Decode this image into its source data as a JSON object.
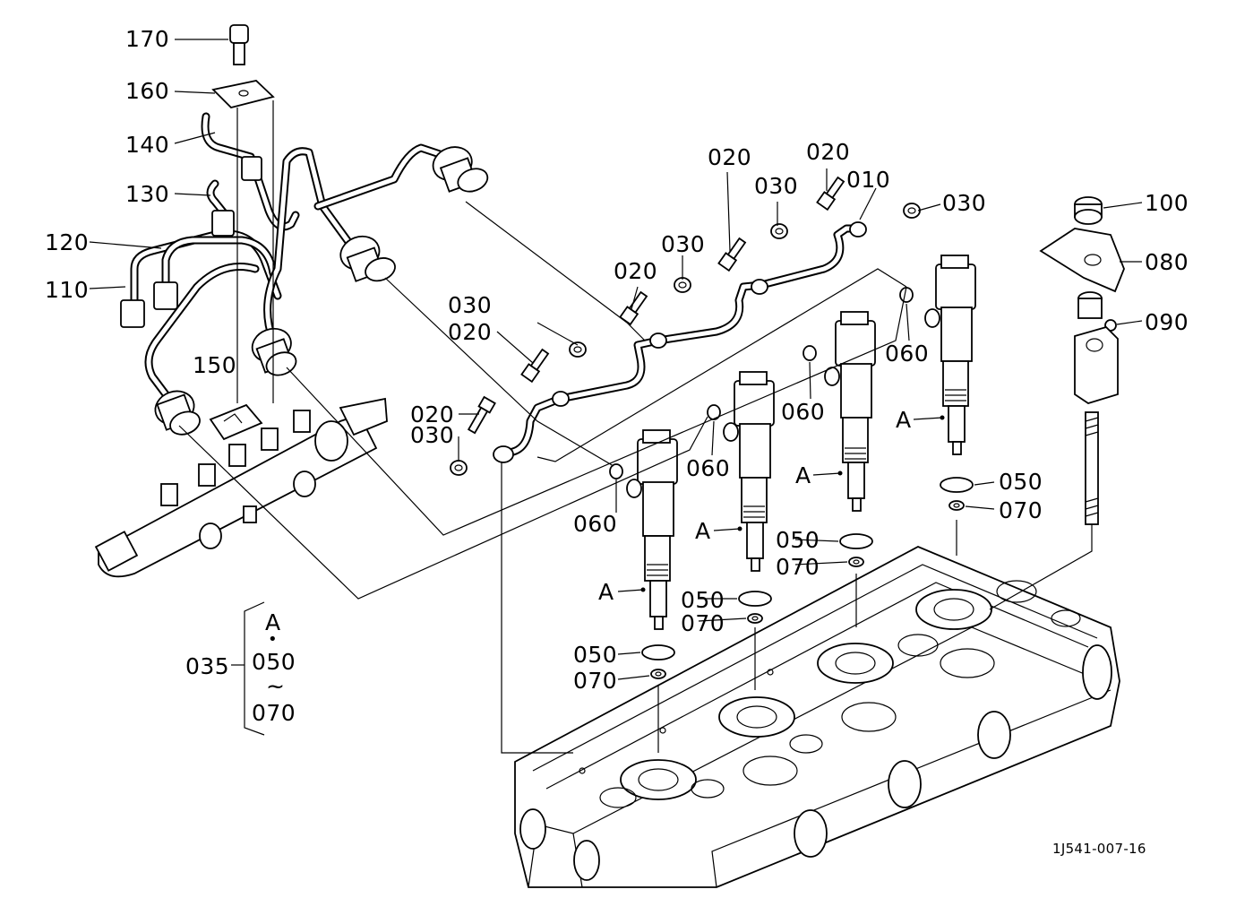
{
  "callouts": {
    "p170": "170",
    "p160": "160",
    "p140": "140",
    "p130": "130",
    "p120": "120",
    "p110": "110",
    "p150": "150",
    "p020_a": "020",
    "p020_b": "020",
    "p020_c": "020",
    "p020_d": "020",
    "p020_e": "020",
    "p030_a": "030",
    "p030_b": "030",
    "p030_c": "030",
    "p030_d": "030",
    "p030_e": "030",
    "p010": "010",
    "p100": "100",
    "p080": "080",
    "p090": "090",
    "p060_a": "060",
    "p060_b": "060",
    "p060_c": "060",
    "p060_d": "060",
    "p050_a": "050",
    "p050_b": "050",
    "p050_c": "050",
    "p050_d": "050",
    "p070_a": "070",
    "p070_b": "070",
    "p070_c": "070",
    "p070_d": "070",
    "assy_a1": "A",
    "assy_a2": "A",
    "assy_a3": "A",
    "assy_a4": "A"
  },
  "legend": {
    "number": "035",
    "item_a": "A",
    "dot": "•",
    "from": "050",
    "tilde": "~",
    "to": "070"
  },
  "drawing_code": "1J541-007-16"
}
